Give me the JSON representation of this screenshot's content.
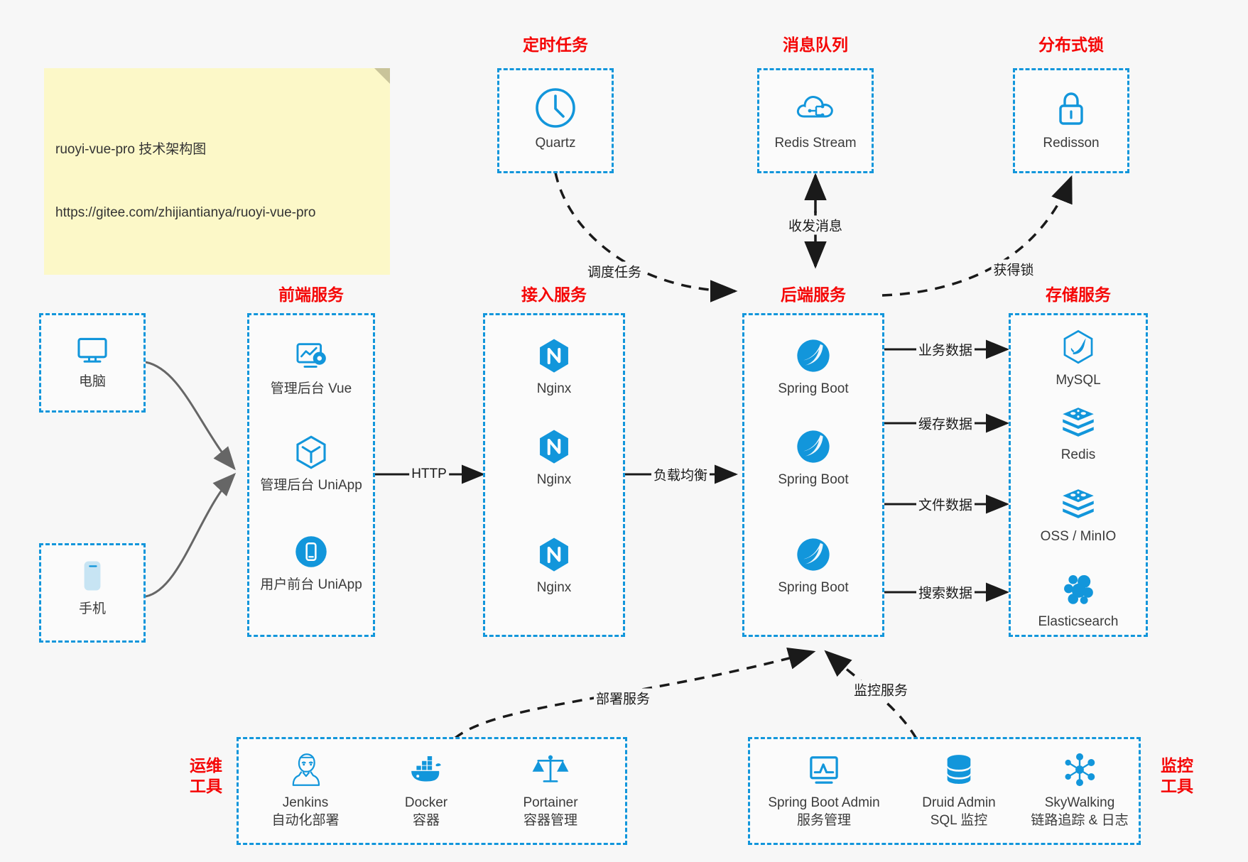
{
  "note": {
    "line1": "ruoyi-vue-pro 技术架构图",
    "line2": "https://gitee.com/zhijiantianya/ruoyi-vue-pro"
  },
  "colors": {
    "accent": "#1296db",
    "group_title": "#f50606",
    "background": "#f7f7f7",
    "note_bg": "#fcf8c8",
    "edge": "#1a1a1a",
    "client_edge": "#666666"
  },
  "groups": {
    "scheduled_tasks": {
      "title": "定时任务",
      "items": [
        {
          "label": "Quartz",
          "icon": "clock-icon"
        }
      ]
    },
    "message_queue": {
      "title": "消息队列",
      "items": [
        {
          "label": "Redis Stream",
          "icon": "cloud-stream-icon"
        }
      ]
    },
    "distributed_lock": {
      "title": "分布式锁",
      "items": [
        {
          "label": "Redisson",
          "icon": "lock-icon"
        }
      ]
    },
    "clients": {
      "items": [
        {
          "label": "电脑",
          "icon": "desktop-monitor-icon"
        },
        {
          "label": "手机",
          "icon": "mobile-phone-icon"
        }
      ]
    },
    "frontend": {
      "title": "前端服务",
      "items": [
        {
          "label": "管理后台 Vue",
          "icon": "dashboard-gear-icon"
        },
        {
          "label": "管理后台 UniApp",
          "icon": "hexagon-cube-icon"
        },
        {
          "label": "用户前台 UniApp",
          "icon": "mobile-app-icon"
        }
      ]
    },
    "gateway": {
      "title": "接入服务",
      "items": [
        {
          "label": "Nginx",
          "icon": "nginx-icon"
        },
        {
          "label": "Nginx",
          "icon": "nginx-icon"
        },
        {
          "label": "Nginx",
          "icon": "nginx-icon"
        }
      ]
    },
    "backend": {
      "title": "后端服务",
      "items": [
        {
          "label": "Spring Boot",
          "icon": "spring-boot-icon"
        },
        {
          "label": "Spring Boot",
          "icon": "spring-boot-icon"
        },
        {
          "label": "Spring Boot",
          "icon": "spring-boot-icon"
        }
      ]
    },
    "storage": {
      "title": "存储服务",
      "items": [
        {
          "label": "MySQL",
          "icon": "mysql-dolphin-icon"
        },
        {
          "label": "Redis",
          "icon": "redis-stack-icon"
        },
        {
          "label": "OSS / MinIO",
          "icon": "redis-stack-icon"
        },
        {
          "label": "Elasticsearch",
          "icon": "elasticsearch-icon"
        }
      ]
    },
    "ops_tools": {
      "title_line1": "运维",
      "title_line2": "工具",
      "items": [
        {
          "label": "Jenkins",
          "sublabel": "自动化部署",
          "icon": "jenkins-butler-icon"
        },
        {
          "label": "Docker",
          "sublabel": "容器",
          "icon": "docker-whale-icon"
        },
        {
          "label": "Portainer",
          "sublabel": "容器管理",
          "icon": "scales-balance-icon"
        }
      ]
    },
    "monitor_tools": {
      "title_line1": "监控",
      "title_line2": "工具",
      "items": [
        {
          "label": "Spring Boot Admin",
          "sublabel": "服务管理",
          "icon": "monitor-chart-icon"
        },
        {
          "label": "Druid Admin",
          "sublabel": "SQL 监控",
          "icon": "database-cylinder-icon"
        },
        {
          "label": "SkyWalking",
          "sublabel": "链路追踪 & 日志",
          "icon": "network-nodes-icon"
        }
      ]
    }
  },
  "edges": [
    {
      "id": "schedule-task",
      "label": "调度任务"
    },
    {
      "id": "send-receive-message",
      "label": "收发消息"
    },
    {
      "id": "acquire-lock",
      "label": "获得锁"
    },
    {
      "id": "http",
      "label": "HTTP"
    },
    {
      "id": "load-balance",
      "label": "负载均衡"
    },
    {
      "id": "business-data",
      "label": "业务数据"
    },
    {
      "id": "cache-data",
      "label": "缓存数据"
    },
    {
      "id": "file-data",
      "label": "文件数据"
    },
    {
      "id": "search-data",
      "label": "搜索数据"
    },
    {
      "id": "deploy-service",
      "label": "部署服务"
    },
    {
      "id": "monitor-service",
      "label": "监控服务"
    }
  ]
}
